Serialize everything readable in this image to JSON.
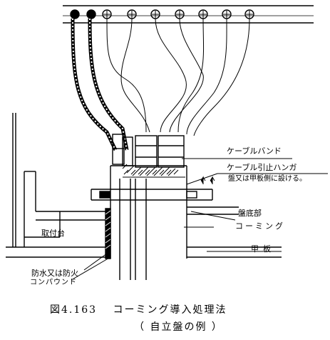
{
  "diagram": {
    "labels": {
      "cable_band": "ケーブルバンド",
      "cable_hanger": "ケーブル引止ハンガ",
      "hanger_note": "盤又は甲板側に設ける。",
      "panel_bottom": "盤底部",
      "coaming": "コーミング",
      "mount_base": "取付台",
      "deck_plate": "甲板",
      "compound_line1": "防水又は防火",
      "compound_line2": "コンパウンド"
    },
    "caption": {
      "line1": "図4.163　 コーミング導入処理法",
      "line2": "（ 自立盤の例 ）"
    }
  }
}
